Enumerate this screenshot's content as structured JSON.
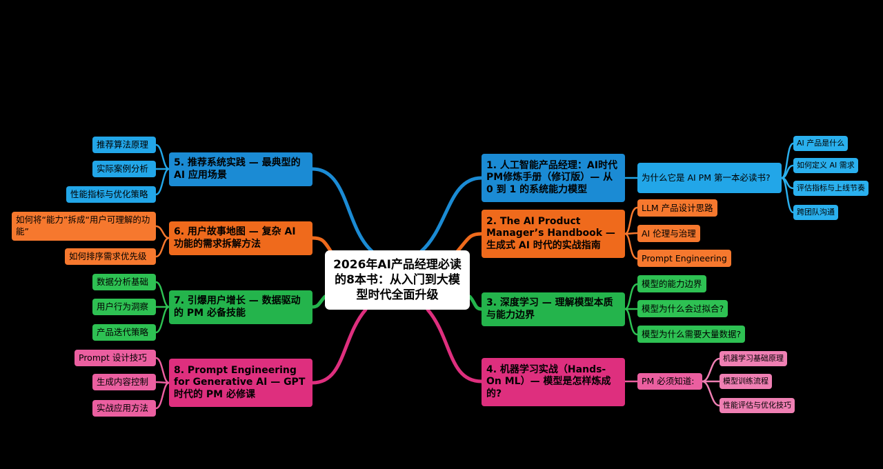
{
  "central_topic": "2026年AI产品经理必读的8本书：从入门到大模型时代全面升级",
  "colors": {
    "blue": "#1b8bd4",
    "orange": "#ef6a1c",
    "green": "#24b44c",
    "pink": "#de2f7e"
  },
  "branches": [
    {
      "title": "1. 人工智能产品经理：AI时代PM修炼手册（修订版）— 从 0 到 1 的系统能力模型",
      "children": [
        {
          "label": "为什么它是 AI PM 第一本必读书?",
          "children": [
            "AI 产品是什么",
            "如何定义 AI 需求",
            "评估指标与上线节奏",
            "跨团队沟通"
          ]
        }
      ]
    },
    {
      "title": "2. The AI Product Manager’s Handbook — 生成式 AI 时代的实战指南",
      "children": [
        "LLM 产品设计思路",
        "AI 伦理与治理",
        "Prompt Engineering"
      ]
    },
    {
      "title": "3. 深度学习 — 理解模型本质与能力边界",
      "children": [
        "模型的能力边界",
        "模型为什么会过拟合?",
        "模型为什么需要大量数据?"
      ]
    },
    {
      "title": "4. 机器学习实战（Hands-On ML）— 模型是怎样炼成的?",
      "children": [
        {
          "label": "PM 必须知道:",
          "children": [
            "机器学习基础原理",
            "模型训练流程",
            "性能评估与优化技巧"
          ]
        }
      ]
    },
    {
      "title": "5. 推荐系统实践 — 最典型的 AI 应用场景",
      "children": [
        "推荐算法原理",
        "实际案例分析",
        "性能指标与优化策略"
      ]
    },
    {
      "title": "6. 用户故事地图 — 复杂 AI 功能的需求拆解方法",
      "children": [
        "如何将“能力”拆成“用户可理解的功能”",
        "如何排序需求优先级"
      ]
    },
    {
      "title": "7. 引爆用户增长 — 数据驱动的 PM 必备技能",
      "children": [
        "数据分析基础",
        "用户行为洞察",
        "产品迭代策略"
      ]
    },
    {
      "title": "8. Prompt Engineering for Generative AI — GPT 时代的 PM 必修课",
      "children": [
        "Prompt 设计技巧",
        "生成内容控制",
        "实战应用方法"
      ]
    }
  ]
}
